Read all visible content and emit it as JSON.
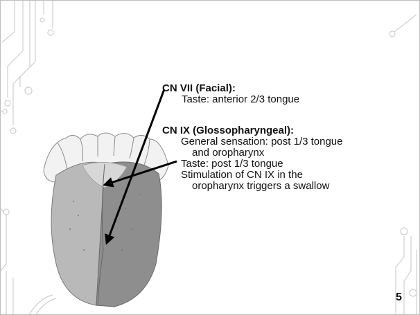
{
  "slide": {
    "cn7": {
      "heading": "CN VII (Facial):",
      "lines": [
        "Taste: anterior 2/3 tongue"
      ]
    },
    "cn9": {
      "heading": "CN IX (Glossopharyngeal):",
      "lines": [
        "General sensation: post 1/3 tongue",
        "and oropharynx",
        "Taste: post 1/3 tongue",
        "Stimulation of CN IX in the",
        "oropharynx triggers a swallow"
      ]
    },
    "page_number": "5"
  },
  "colors": {
    "circuit": "#cfcfcf",
    "tongue_front": "#b9b9b9",
    "tongue_back": "#8e8e8e",
    "arrow": "#000000"
  }
}
